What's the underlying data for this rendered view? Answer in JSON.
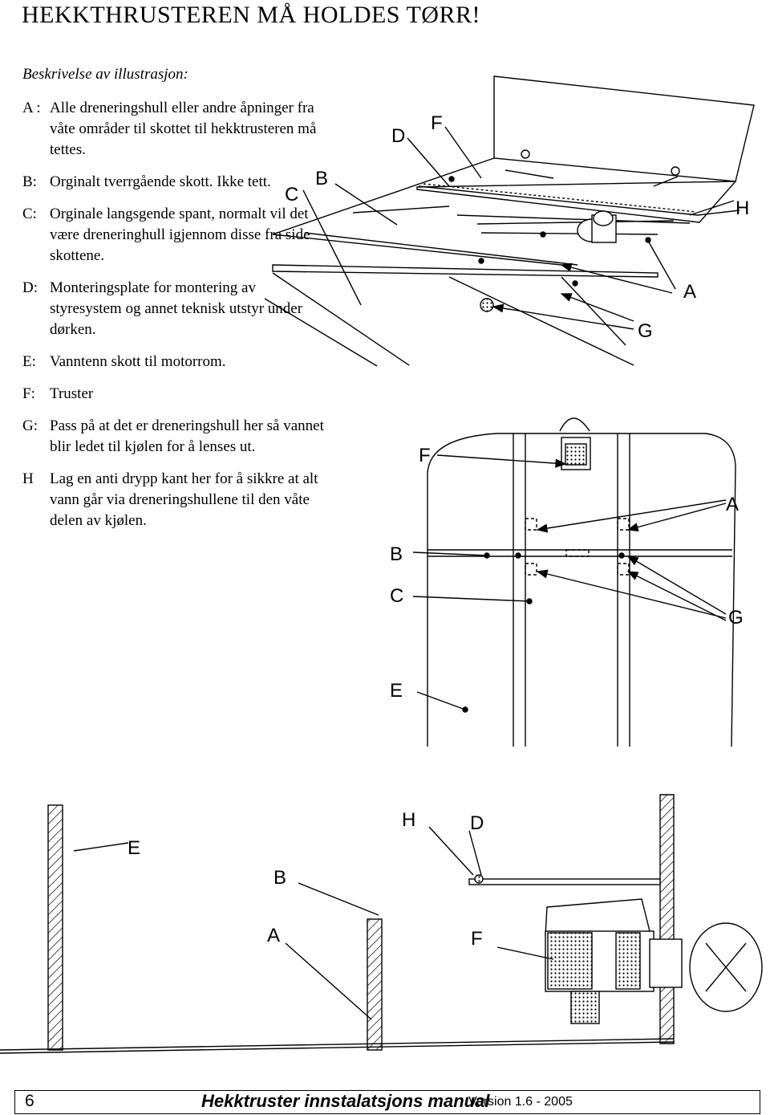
{
  "title": "HEKKTHRUSTEREN MÅ HOLDES TØRR!",
  "subtitle": "Beskrivelse av illustrasjon:",
  "legend": [
    {
      "key": "A :",
      "text": "Alle dreneringshull eller andre åpninger fra våte områder til skottet til hekktrusteren må tettes."
    },
    {
      "key": "B:",
      "text": "Orginalt tverrgående skott. Ikke tett."
    },
    {
      "key": "C:",
      "text": "Orginale langsgende spant, normalt vil det være dreneringhull igjennom disse fra side skottene."
    },
    {
      "key": "D:",
      "text": "Monteringsplate for montering av styresystem og annet teknisk utstyr under dørken."
    },
    {
      "key": "E:",
      "text": "Vanntenn skott til motorrom."
    },
    {
      "key": "F:",
      "text": "Truster"
    },
    {
      "key": "G:",
      "text": "Pass på at det er dreneringshull her så vannet blir ledet til kjølen for å lenses ut."
    },
    {
      "key": "H",
      "text": "Lag en anti drypp kant her for å sikkre at alt vann går via dreneringshullene til den våte delen av kjølen."
    }
  ],
  "figure1_labels": {
    "c": "C",
    "b": "B",
    "d": "D",
    "f": "F",
    "h": "H",
    "a": "A",
    "g": "G"
  },
  "figure2_labels": {
    "f": "F",
    "a": "A",
    "b": "B",
    "c": "C",
    "g": "G",
    "e": "E"
  },
  "figure3_labels": {
    "e": "E",
    "b": "B",
    "h": "H",
    "d": "D",
    "a": "A",
    "f": "F"
  },
  "footer": {
    "page": "6",
    "manual_title": "Hekktruster innstalatsjons manual",
    "version": "Version 1.6 - 2005"
  }
}
